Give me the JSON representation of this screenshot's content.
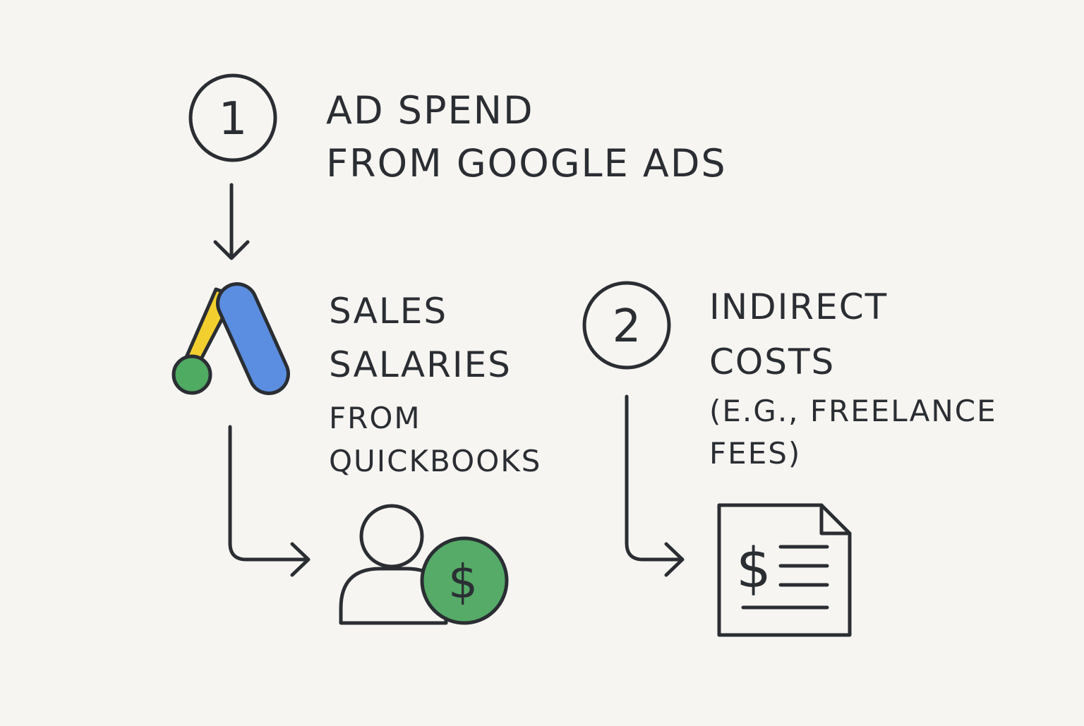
{
  "steps": [
    {
      "number": "1"
    },
    {
      "number": "2"
    }
  ],
  "labels": {
    "ad_spend": {
      "line1": "AD SPEND",
      "line2": "FROM GOOGLE ADS"
    },
    "sales_salaries": {
      "line1": "SALES",
      "line2": "SALARIES",
      "line3": "FROM",
      "line4": "QUICKBOOKS"
    },
    "indirect_costs": {
      "line1": "INDIRECT",
      "line2": "COSTS",
      "line3": "(E.G., FREELANCE",
      "line4": "FEES)"
    }
  },
  "icons": {
    "google_ads": "google-ads-logo",
    "salary": "person-with-dollar-coin-icon",
    "invoice": "dollar-document-icon"
  },
  "symbols": {
    "coin": "$",
    "invoice": "$"
  },
  "colors": {
    "ink": "#2a2e33",
    "background": "#f7f5f1",
    "ads_blue": "#5b8ee0",
    "ads_yellow": "#f2cf2f",
    "ads_green": "#4faa62",
    "coin_green": "#55ab67"
  }
}
